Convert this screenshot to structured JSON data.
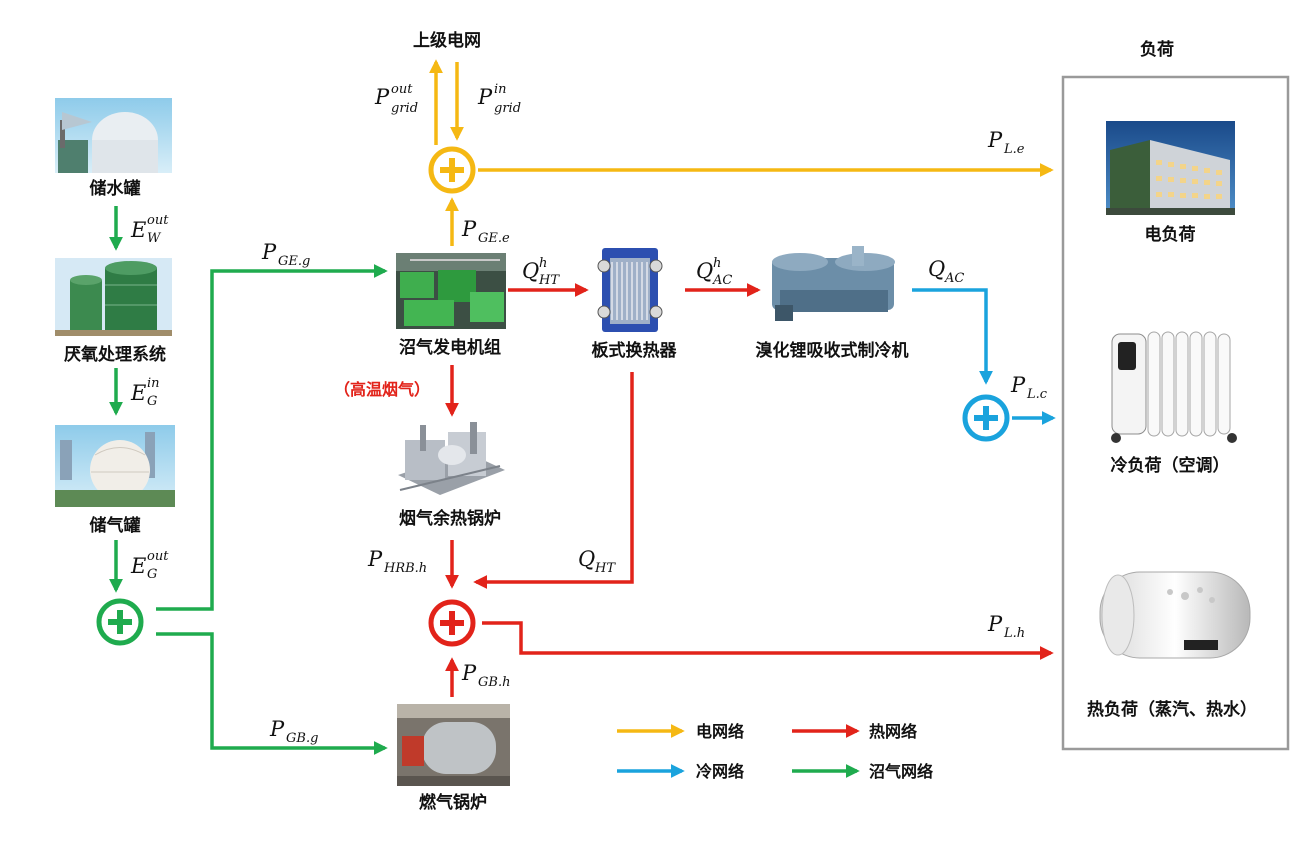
{
  "colors": {
    "electric": "#f5b813",
    "heat": "#e2231a",
    "cold": "#1aa3dd",
    "gas": "#1fab4e",
    "box": "#9a9a9a"
  },
  "labels": {
    "grid": "上级电网",
    "load_title": "负荷",
    "water_tank": "储水罐",
    "anaerobic": "厌氧处理系统",
    "gas_tank": "储气罐",
    "biogas_gen": "沼气发电机组",
    "plate_hx": "板式换热器",
    "absorption_chiller": "溴化锂吸收式制冷机",
    "flue_gas": "（高温烟气）",
    "hrb": "烟气余热锅炉",
    "gas_boiler": "燃气锅炉",
    "elec_load": "电负荷",
    "cold_load": "冷负荷（空调）",
    "heat_load": "热负荷（蒸汽、热水）"
  },
  "vars": {
    "p_grid_out": {
      "base": "P",
      "sup": "out",
      "sub": "grid"
    },
    "p_grid_in": {
      "base": "P",
      "sup": "in",
      "sub": "grid"
    },
    "p_le": {
      "base": "P",
      "sub": "L.e"
    },
    "p_ge_e": {
      "base": "P",
      "sub": "GE.e"
    },
    "p_ge_g": {
      "base": "P",
      "sub": "GE.g"
    },
    "q_ht_h": {
      "base": "Q",
      "sup": "h",
      "sub": "HT"
    },
    "q_ac_h": {
      "base": "Q",
      "sup": "h",
      "sub": "AC"
    },
    "q_ac": {
      "base": "Q",
      "sub": "AC"
    },
    "p_lc": {
      "base": "P",
      "sub": "L.c"
    },
    "e_w_out": {
      "base": "E",
      "sup": "out",
      "sub": "W"
    },
    "e_g_in": {
      "base": "E",
      "sup": "in",
      "sub": "G"
    },
    "e_g_out": {
      "base": "E",
      "sup": "out",
      "sub": "G"
    },
    "p_hrb_h": {
      "base": "P",
      "sub": "HRB.h"
    },
    "q_ht": {
      "base": "Q",
      "sub": "HT"
    },
    "p_lh": {
      "base": "P",
      "sub": "L.h"
    },
    "p_gb_h": {
      "base": "P",
      "sub": "GB.h"
    },
    "p_gb_g": {
      "base": "P",
      "sub": "GB.g"
    }
  },
  "legend": {
    "electric": "电网络",
    "heat": "热网络",
    "cold": "冷网络",
    "gas": "沼气网络"
  },
  "icons": [
    "water-tank-photo",
    "anaerobic-tank-photo",
    "gas-holder-photo",
    "generator-set-photo",
    "plate-heat-exchanger-photo",
    "absorption-chiller-photo",
    "waste-heat-boiler-render",
    "gas-boiler-photo",
    "office-building-photo",
    "oil-heater-photo",
    "water-heater-photo",
    "plus-node-icon"
  ]
}
